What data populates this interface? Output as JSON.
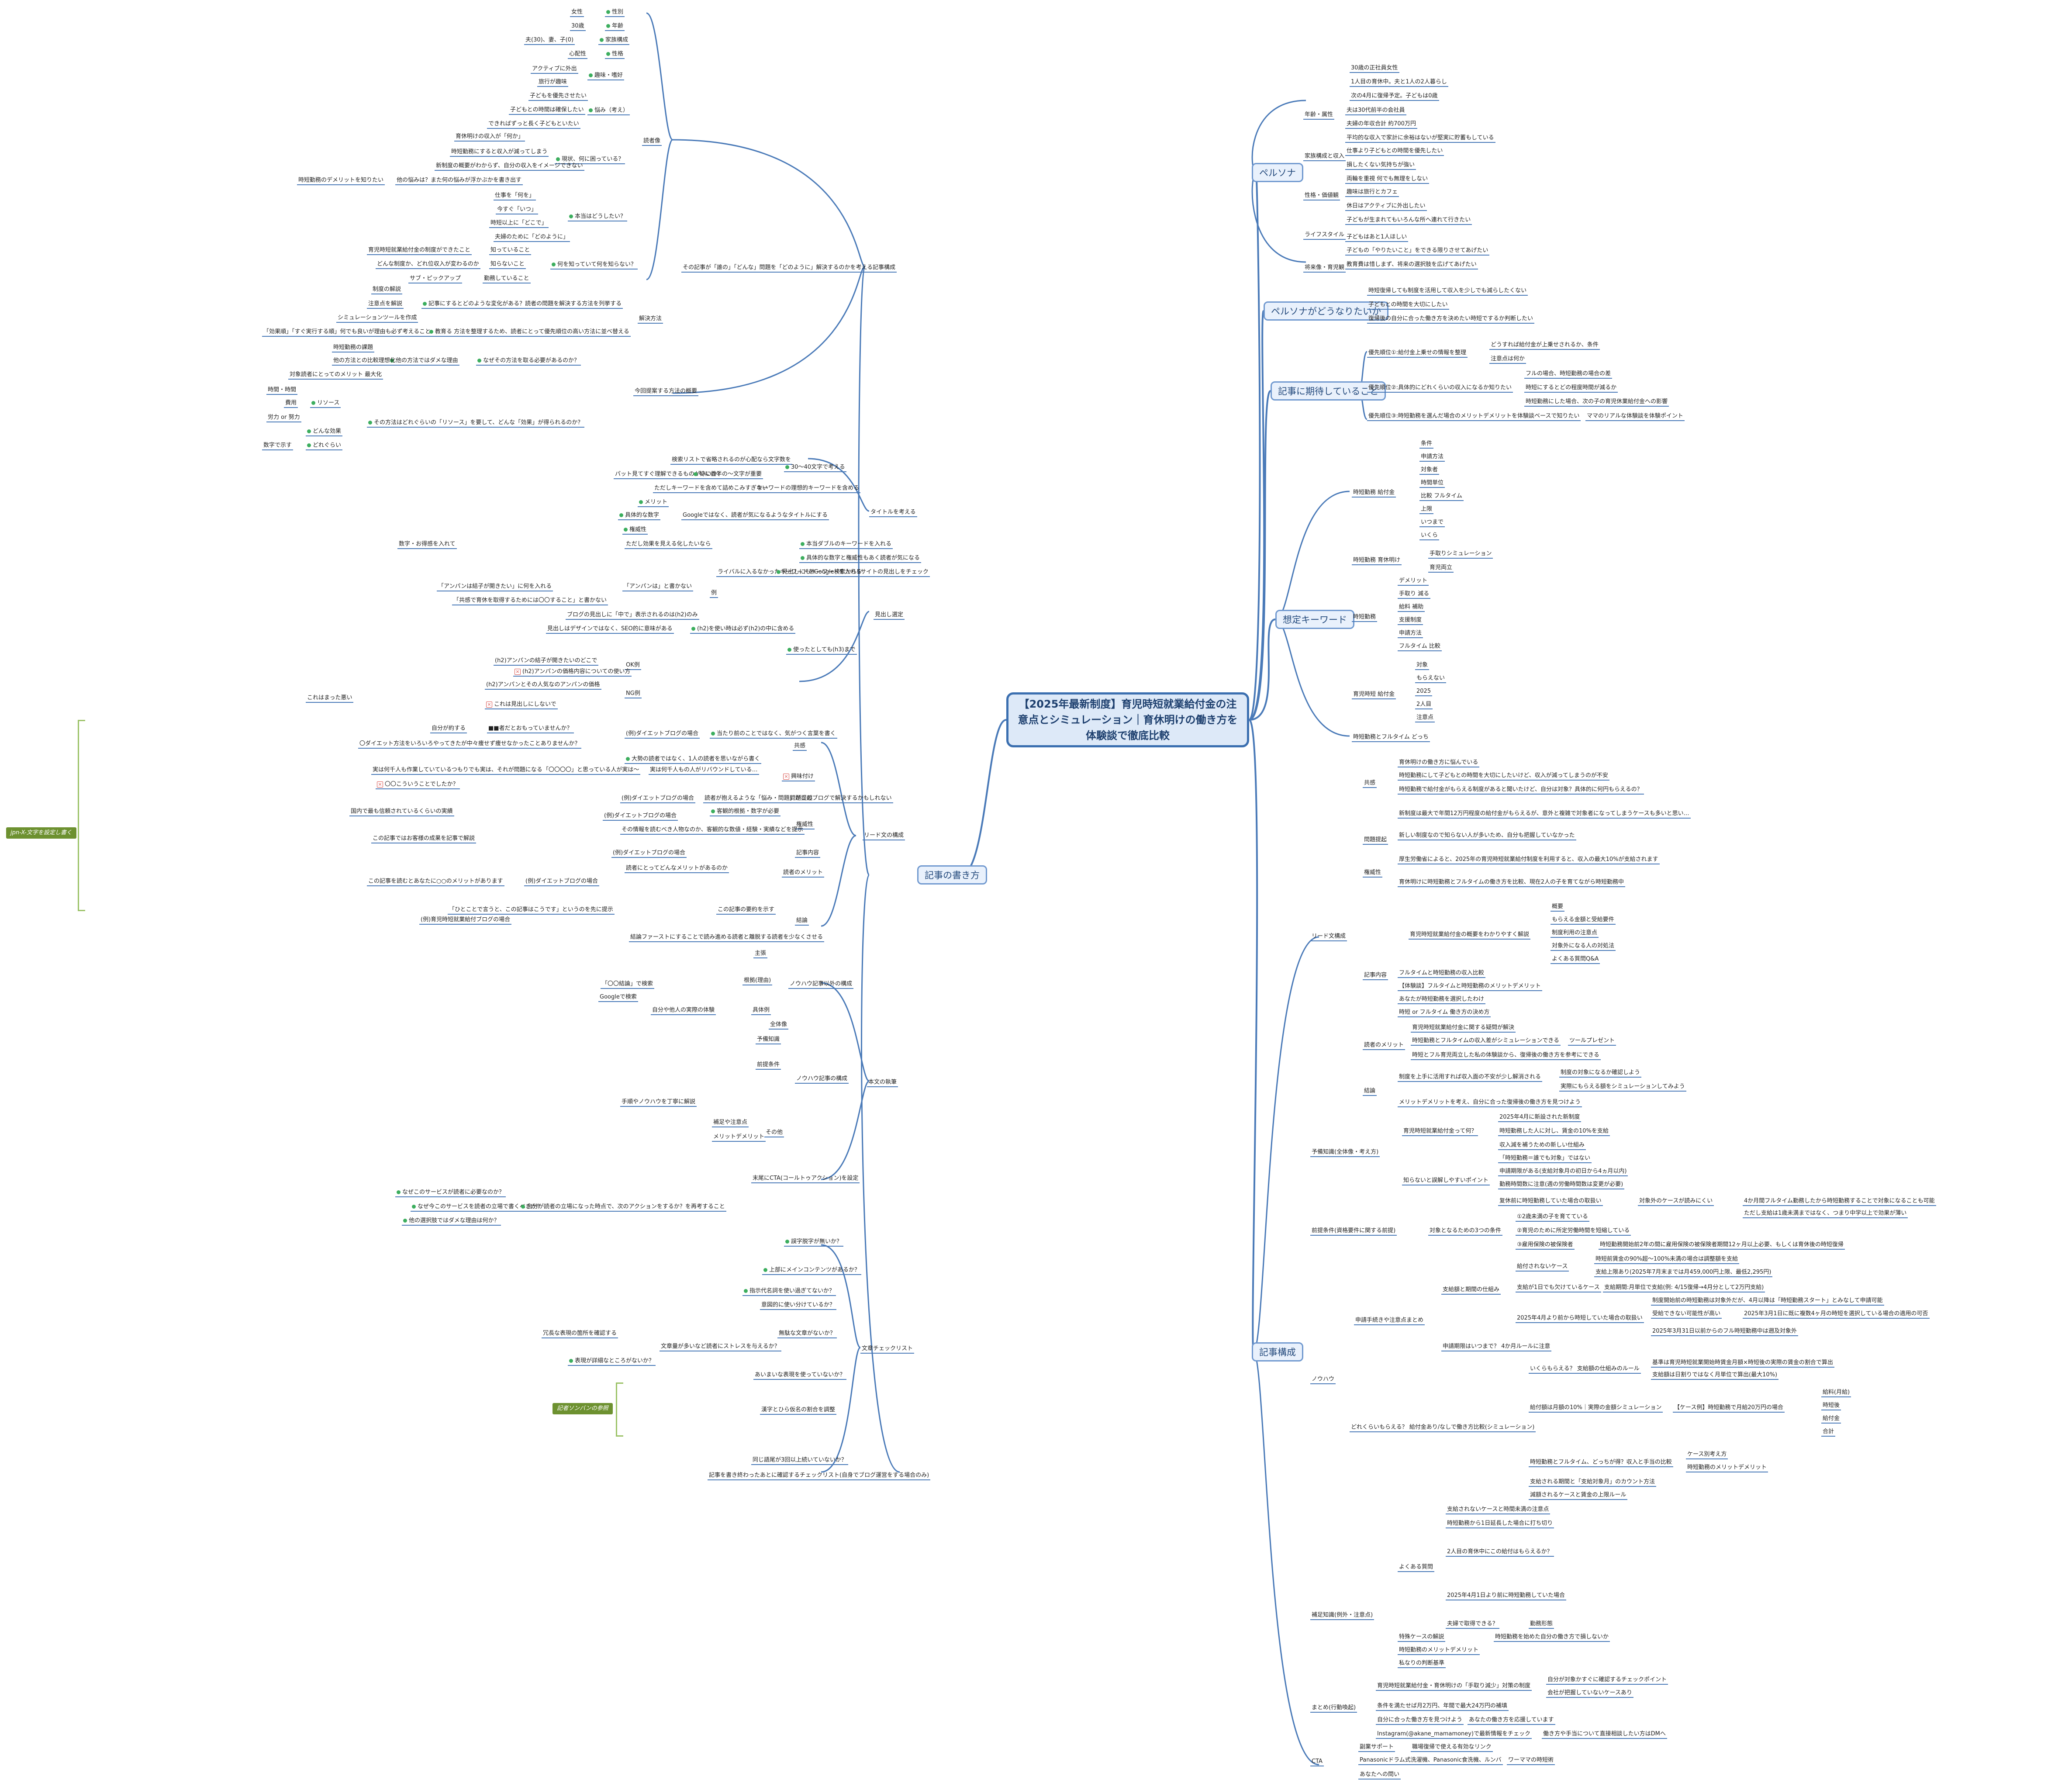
{
  "root": {
    "title": "【2025年最新制度】育児時短就業給付金の注意点とシミュレーション｜育休明けの働き方を体験談で徹底比較"
  },
  "branches": {
    "persona": "ペルソナ",
    "persona_goal": "ペルソナがどうなりたいか",
    "expectation": "記事に期待していること",
    "keywords": "想定キーワード",
    "structure": "記事構成",
    "howto": "記事の書き方"
  },
  "persona": {
    "attr": "年齢・属性",
    "attr_items": [
      "30歳の正社員女性",
      "1人目の育休中。夫と1人の2人暮らし",
      "次の4月に復帰予定。子どもは0歳"
    ],
    "family": "家族構成と収入",
    "family_items": [
      "夫は30代前半の会社員",
      "夫婦の年収合計 約700万円",
      "平均的な収入で家計に余裕はないが堅実に貯蓄もしている"
    ],
    "values": "性格・価値観",
    "values_items": [
      "仕事より子どもとの時間を優先したい",
      "損したくない気持ちが強い",
      "両輪を重視 何でも無理をしない"
    ],
    "life": "ライフスタイル",
    "life_items": [
      "趣味は旅行とカフェ",
      "休日はアクティブに外出したい",
      "子どもが生まれてもいろんな所へ連れて行きたい"
    ],
    "future": "将来像・育児観",
    "future_items": [
      "子どもはあと1人ほしい",
      "子どもの「やりたいこと」をできる限りさせてあげたい",
      "教育費は惜しまず、将来の選択肢を広げてあげたい"
    ]
  },
  "persona_goal": {
    "items": [
      "時短復帰しても制度を活用して収入を少しでも減らしたくない",
      "子どもとの時間を大切にしたい",
      "復帰後の自分に合った働き方を決めたい時短でするか判断したい"
    ]
  },
  "expectation": {
    "p1": "優先順位①:給付金上乗せの情報を整理",
    "p1_items": [
      "どうすれば給付金が上乗せされるか、条件",
      "注意点は何か"
    ],
    "p2": "優先順位②:具体的にどれくらいの収入になるか知りたい",
    "p2_items": [
      "フルの場合、時短勤務の場合の差",
      "時短にするとどの程度時間が減るか",
      "時短勤務にした場合、次の子の育児休業給付金への影響"
    ],
    "p3": "優先順位③:時短勤務を選んだ場合のメリットデメリットを体験談ベースで知りたい",
    "p3_items": [
      "ママのリアルな体験談を体験ポイント"
    ]
  },
  "keywords": {
    "k1": "時短勤務 給付金",
    "k1_items": [
      "条件",
      "申請方法",
      "対象者",
      "時間単位",
      "比較 フルタイム",
      "上限",
      "いつまで",
      "いくら"
    ],
    "k2": "時短勤務 育休明け",
    "k2_items": [
      "手取りシミュレーション",
      "育児両立"
    ],
    "k3": "時短勤務",
    "k3_items": [
      "デメリット",
      "手取り 減る",
      "給料 補助",
      "支援制度",
      "申請方法",
      "フルタイム 比較"
    ],
    "k4": "育児時短 給付金",
    "k4_items": [
      "対象",
      "もらえない",
      "2025",
      "2人目",
      "注意点"
    ],
    "k5": "時短勤務とフルタイム どっち"
  },
  "structure": {
    "lead": "リード文構成",
    "lead_common": "共感",
    "lead_common_items": [
      "育休明けの働き方に悩んでいる",
      "時短勤務にして子どもとの時間を大切にしたいけど、収入が減ってしまうのが不安",
      "時短勤務で給付金がもらえる制度があると聞いたけど、自分は対象？具体的に何円もらえるの？"
    ],
    "lead_prob": "問題提起",
    "lead_prob_items": [
      "新制度は最大で年間12万円程度の給付金がもらえるが、意外と複雑で対象者になってしまうケースも多いと思い…",
      "新しい制度なので知らない人が多いため、自分も把握していなかった"
    ],
    "lead_auth": "権威性",
    "lead_auth_items": [
      "厚生労働省によると、2025年の育児時短就業給付制度を利用すると、収入の最大10%が支給されます",
      "育休明けに時短勤務とフルタイムの働き方を比較、現在2人の子を育てながら時短勤務中"
    ],
    "lead_toc": "記事内容",
    "lead_toc_items": [
      "育児時短就業給付金の概要をわかりやすく解説",
      "概要",
      "もらえる金額と受給要件",
      "制度利用の注意点",
      "対象外になる人の対処法",
      "よくある質問Q&A",
      "フルタイムと時短勤務の収入比較",
      "【体験談】フルタイムと時短勤務のメリットデメリット",
      "あなたが時短勤務を選択したわけ",
      "時短 or フルタイム 働き方の決め方"
    ],
    "lead_merit": "読者のメリット",
    "lead_merit_items": [
      "育児時短就業給付金に関する疑問が解決",
      "時短勤務とフルタイムの収入差がシミュレーションできる",
      "ツールプレゼント",
      "時短とフル育児両立した私の体験談から、復帰後の働き方を参考にできる"
    ],
    "lead_end": "結論",
    "lead_end_items": [
      "制度を上手に活用すれば収入面の不安が少し解消される",
      "制度の対象になるか確認しよう",
      "実際にもらえる額をシミュレーションしてみよう",
      "メリットデメリットを考え、自分に合った復帰後の働き方を見つけよう"
    ],
    "basic": "予備知識(全体像・考え方)",
    "basic_q": "育児時短就業給付金って何？",
    "basic_q_items": [
      "2025年4月に新設された新制度",
      "時短勤務した人に対し、賃金の10%を支給",
      "収入減を補うための新しい仕組み"
    ],
    "basic_point": "知らないと誤解しやすいポイント",
    "basic_point_items": [
      "「時短勤務＝誰でも対象」ではない",
      "申請期限がある(支給対象月の初日から4ヵ月以内)",
      "勤務時間数に注意(週の労働時間数は変更が必要)",
      "复休前に時短勤務していた場合の取扱い",
      "対象外のケースが読みにくい",
      "4か月間フルタイム勤務したから時短勤務することで対象になることも可能",
      "ただし支給は1歳未満まではなく、つまり中学以上で効果が薄い"
    ],
    "pre": "前提条件(資格要件に関する前提)",
    "pre_a": "対象となるための3つの条件",
    "pre_a_items": [
      "①2歳未満の子を育てている",
      "②育児のために所定労働時間を短縮している",
      "③雇用保険の被保険者",
      "時短勤務開始前2年の間に雇用保険の被保険者期間12ヶ月以上必要、もしくは育休後の時短復帰"
    ],
    "howto": "ノウハウ",
    "howto_apply": "申請手続きや注意点まとめ",
    "howto_apply_items": [
      "支給額と期間の仕組み",
      "給付されないケース",
      "時短前賃金の90%超〜100%未満の場合は調整額を支給",
      "支給上限あり(2025年7月末までは月459,000円上限、最低2,295円)",
      "支給が1日でも欠けているケース",
      "支給期間:月単位で支給(例: 4/15復帰→4月分として2万円支給)"
    ],
    "howto_apply2": "2025年4月より前から時短していた場合の取扱い",
    "howto_apply2_items": [
      "制度開始前の時短勤務は対象外だが、4月以降は「時短勤務スタート」とみなして申請可能",
      "受給できない可能性が高い",
      "2025年3月1日に既に複数4ヶ月の時短を選択している場合の適用の可否",
      "2025年3月31日以前からのフル時短勤務中は遡及対象外",
      "申請期限はいつまで？ 4か月ルールに注意"
    ],
    "howto_sim": "どれくらいもらえる？ 給付金あり/なしで働き方比較(シミュレーション)",
    "howto_sim_items": [
      "いくらもらえる？ 支給額の仕組みのルール",
      "基準は育児時短就業開始時賃金月額×時短後の実際の賃金の割合で算出",
      "支給額は日割りではなく月単位で算出(最大10%)",
      "給付額は月額の10%｜実際の金額シミュレーション",
      "【ケース例】時短勤務で月給20万円の場合",
      "給料(月給)",
      "時短後",
      "給付金",
      "合計",
      "時短勤務とフルタイム、どっちが得？収入と手当の比較",
      "時短勤務のメリットデメリット",
      "ケース別考え方",
      "支給される期間と「支給対象月」のカウント方法",
      "減額されるケースと賃金の上限ルール"
    ],
    "sup": "補足知識(例外・注意点)",
    "sup_faq": "よくある質問",
    "sup_faq_items": [
      "支給されないケースと時間未満の注意点",
      "時短勤務から1日延長した場合に打ち切り",
      "2人目の育休中にこの給付はもらえるか？",
      "2025年4月1日より前に時短勤務していた場合",
      "夫婦で取得できる？",
      "勤務形態",
      "特殊ケースの解説",
      "時短勤務を始めた自分の働き方で損しないか",
      "時短勤務のメリットデメリット",
      "私なりの判断基準"
    ],
    "summary": "まとめ(行動喚起)",
    "summary_items": [
      "育児時短就業給付金・育休明けの「手取り減少」対策の制度",
      "自分が対象かすぐに確認するチェックポイント",
      "会社が把握していないケースあり",
      "条件を満たせば月2万円、年間で最大24万円の補填",
      "自分に合った働き方を見つけよう",
      "あなたの働き方を応援しています"
    ],
    "cta": "CTA",
    "cta_items": [
      "Instagram(@akane_mamamoney)で最新情報をチェック",
      "働き方や手当について直接相談したい方はDMへ",
      "副業サポート",
      "職場復帰で使える有効なリンク",
      "Panasonicドラム式洗濯機、Panasonic食洗機、ルンバ",
      "ワーママの時短術",
      "あなたへの問い"
    ]
  },
  "howto": {
    "reader": "読者像",
    "reader_items": [
      "性別",
      "年齢",
      "家族構成",
      "性格",
      "趣味・嗜好",
      "悩み（考え）",
      "現状、何に困っている？",
      "本当はどうしたい？",
      "何を知っていて何を知らない？"
    ],
    "reader_leaf": [
      "女性",
      "30歳",
      "夫(30)、妻、子(0)",
      "心配性",
      "アクティブに外出",
      "旅行が趣味",
      "子どもを優先させたい",
      "子どもとの時間は確保したい",
      "できればずっと長く子どもといたい",
      "育休明けの収入が「何か」",
      "時短勤務にすると収入が減ってしまう",
      "新制度の概要がわからず、自分の収入をイメージできない",
      "他の悩みは？また何の悩みが浮かぶかを書き出す",
      "時短勤務のデメリットを知りたい",
      "仕事を「何を」",
      "今すぐ「いつ」",
      "時短以上に「どこで」",
      "夫婦のために「どのように」",
      "育児時短就業給付金の制度ができたこと",
      "どんな制度か、どれ位収入が変わるのか",
      "サブ・ピックアップ",
      "知っていること",
      "知らないこと",
      "勤務していること"
    ],
    "purpose": "その記事が「誰の」「どんな」問題を「どのように」解決するのかを考える",
    "solve": "解決方法",
    "solve_items": [
      "記事にするとどのような変化がある？読者の問題を解決する方法を列挙する",
      "制度の解説",
      "注意点を解説",
      "シミュレーションツールを作成",
      "教育る 方法を整理するため、読者にとって優先順位の高い方法に並べ替える",
      "「効果順」「すぐ実行する順」何でも良いが理由も必ず考えること"
    ],
    "compare": "今回提案する方法の概要",
    "compare_items": [
      "なぜその方法を取る必要があるのか？",
      "他の方法ではダメな理由",
      "時短勤務の課題",
      "他の方法との比較理想化",
      "対象読者にとってのメリット 最大化",
      "その方法はどれぐらいの「リソース」を要して、どんな「効果」が得られるのか？",
      "リソース",
      "時間・時間",
      "費用",
      "労力 or 努力",
      "どんな効果",
      "どれぐらい",
      "数字で示す"
    ],
    "article": "記事構成",
    "title_think": "タイトルを考える",
    "title_items": [
      "30〜40文字で考える",
      "検索リストで省略されるのが心配なら文字数を",
      "パット見てすぐ理解できるものがいいか？",
      "特に前半の〜文字が重要",
      "キーワードの理想的キーワードを含める",
      "ただしキーワードを含めて詰めこみすぎない",
      "メリット",
      "具体的な数字",
      "権威性",
      "Googleではなく、読者が気になるようなタイトルにする",
      "本当ダブルのキーワードを入れる",
      "ただし効果を見える化したいなら",
      "数字・お得感を入れて",
      "具体的な数字と権威性もあく読者が気になる",
      "ライバルに入るなかったキーワードをGoogle検索から5サイトの見出しをチェック",
      "見出しにもキーワードを入れる"
    ],
    "heading": "見出し選定",
    "heading_items": [
      "「アンパンは結子が開きたい」に何を入れる",
      "例",
      "「アンパンは」と書かない",
      "「共感で育休を取得するためには〇〇すること」と書かない",
      "ブログの見出しに「中で」表示されるのは(h2)のみ",
      "見出しはデザインではなく、SEO的に意味がある",
      "(h2)を使い時は必ず(h2)の中に含める",
      "使ったとしても(h3)まで",
      "(h2)アンパンの結子が開きたいのどこで",
      "OK例",
      "(h2)アンパンの価格内容についての使い方",
      "NG例",
      "(h2)アンパンとその人気なのアンパンの価格",
      "これはまった悪い",
      "これは見出しにしないで"
    ],
    "common": "共感",
    "common_items": [
      "自分が約する",
      "■■者だとおもっていませんか？",
      "(例)ダイエットブログの場合",
      "当たり前のことではなく、気がつく言葉を書く",
      "〇ダイエット方法をいろいろやってきたが中々痩せず痩せなかったことありませんか？"
    ],
    "common2": "興味付け",
    "common2_items": [
      "大勢の読者ではなく、1人の読者を思いながら書く",
      "実は何千人もの人がリバウンドしている…",
      "「〇〇〇〇」と思っている人が実は〜",
      "〇〇こういうことでしたか？"
    ],
    "problem": "問題提起",
    "problem_items": [
      "実は何千人も作業していているつもりでも実は、それが問題になる",
      "(例)ダイエットブログの場合",
      "読者が抱えるような「悩み・問題」がこのブログで解決するかもしれない"
    ],
    "auth": "権威性",
    "auth_items": [
      "国内で最も信頼されているくらいの実績",
      "(例)ダイエットブログの場合",
      "その情報を読むべき人物なのか、客観的な数値・経験・実績などを提示",
      "客観的根拠・数字が必要"
    ],
    "article_intro": "記事内容",
    "article_intro_items": [
      "この記事ではお客様の成果を記事で解説",
      "(例)ダイエットブログの場合"
    ],
    "reader_merit": "読者のメリット",
    "reader_merit_items": [
      "読者にとってどんなメリットがあるのか",
      "(例)ダイエットブログの場合",
      "この記事を読むとあなたに○○のメリットがあります"
    ],
    "conclusion": "結論",
    "conclusion_items": [
      "結論ファーストにすることで読み進める読者と離脱する読者を少なくさせる",
      "「ひとことで言うと、この記事はこうです」というのを先に提示",
      "(例)育児時短就業給付ブログの場合",
      "この記事の要約を示す"
    ],
    "intro_struct": "リード文の構成",
    "other": "ノウハウ記事以外の構成",
    "other_items": [
      "主張",
      "根拠(理由)",
      "「〇〇結論」で検索",
      "Googleで検索",
      "自分や他人の実際の体験",
      "具体例"
    ],
    "body": "本文の執筆",
    "howto_struct": "ノウハウ記事の構成",
    "howto_struct_items": [
      "全体像",
      "予備知識",
      "前提条件",
      "手順やノウハウを丁寧に解説",
      "その他",
      "補足や注意点",
      "メリットデメリット"
    ],
    "cta_plan": "末尾にCTA(コールトゥアクション)を設定",
    "cta_plan_items": [
      "なぜこのサービスが読者に必要なのか？",
      "なぜ今このサービスを読者の立場で書くべきか？",
      "他の選択肢ではダメな理由は何か？",
      "自分が読者の立場になった時点で、次のアクションをするか？を再考すること"
    ],
    "check": "文章チェックリスト",
    "check_items": [
      "誤字脱字が無いか？",
      "上部にメインコンテンツがあるか？",
      "指示代名詞を使い過ぎてないか？",
      "意図的に使い分けているか？",
      "無駄な文章がないか？",
      "冗長な表現の箇所を確認する",
      "文章量が多いなど読者にストレスを与えるか？",
      "表現が詳細なところがないか？",
      "あいまいな表現を使っていないか？",
      "漢字とひら仮名の割合を調整",
      "同じ語尾が3回以上続いていないか？",
      "記事を書き終わったあとに確認するチェックリスト(自身でブログ運営をする場合のみ)"
    ],
    "tag_jizen": "jpn-X-文字を設定し書く",
    "tag_hiragana": "記者ソンバンの参照"
  }
}
